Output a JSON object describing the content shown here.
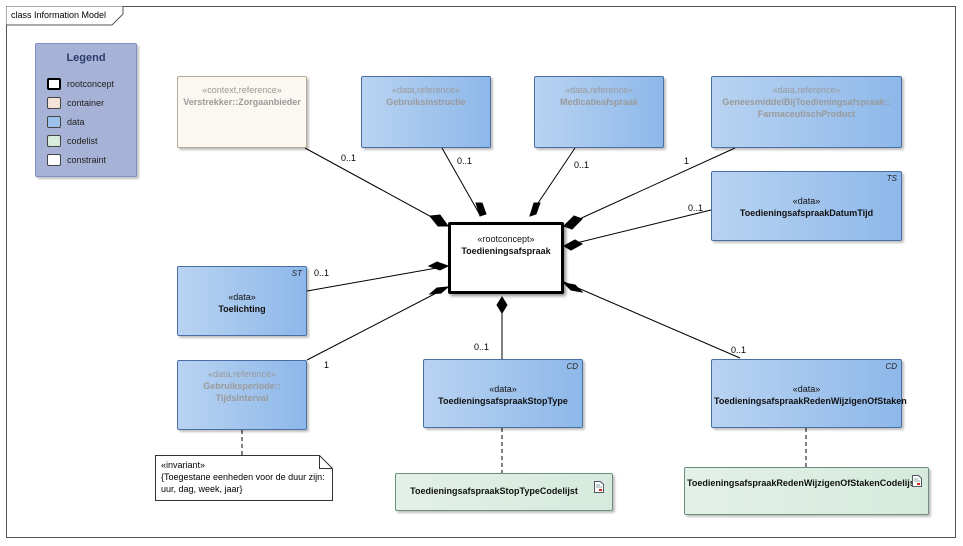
{
  "frame": {
    "title": "class Information Model"
  },
  "legend": {
    "title": "Legend",
    "items": [
      {
        "label": "rootconcept",
        "color": "#ffffff",
        "border": "#000000"
      },
      {
        "label": "container",
        "color": "#f6e3d8",
        "border": "#444444"
      },
      {
        "label": "data",
        "color": "#9cc2ec",
        "border": "#444444"
      },
      {
        "label": "codelist",
        "color": "#d6ecde",
        "border": "#444444"
      },
      {
        "label": "constraint",
        "color": "#ffffff",
        "border": "#444444"
      }
    ]
  },
  "classes": {
    "root": {
      "stereotype": "«rootconcept»",
      "name": "Toedieningsafspraak"
    },
    "verstrekker": {
      "stereotype": "«context,reference»",
      "name": "Verstrekker::Zorgaanbieder"
    },
    "gebruiksinstructie": {
      "stereotype": "«data,reference»",
      "name": "Gebruiksinstructie"
    },
    "medicatieafspraak": {
      "stereotype": "«data,reference»",
      "name": "Medicatieafspraak"
    },
    "geneesmiddel": {
      "stereotype": "«data,reference»",
      "name_line1": "GeneesmiddelBijToedieningsafspraak::",
      "name_line2": "FarmaceutischProduct"
    },
    "datumtijd": {
      "stereotype": "«data»",
      "name": "ToedieningsafspraakDatumTijd",
      "tag": "TS"
    },
    "toelichting": {
      "stereotype": "«data»",
      "name": "Toelichting",
      "tag": "ST"
    },
    "gebruiksperiode": {
      "stereotype": "«data,reference»",
      "name_line1": "Gebruiksperiode::",
      "name_line2": "TijdsInterval"
    },
    "stoptype": {
      "stereotype": "«data»",
      "name": "ToedieningsafspraakStopType",
      "tag": "CD"
    },
    "reden": {
      "stereotype": "«data»",
      "name": "ToedieningsafspraakRedenWijzigenOfStaken",
      "tag": "CD"
    },
    "stoptype_codelist": {
      "name": "ToedieningsafspraakStopTypeCodelijst"
    },
    "reden_codelist": {
      "name": "ToedieningsafspraakRedenWijzigenOfStakenCodelijst"
    }
  },
  "multiplicities": {
    "verstrekker": "0..1",
    "gebruiksinstructie": "0..1",
    "medicatieafspraak": "0..1",
    "geneesmiddel": "1",
    "datumtijd": "0..1",
    "toelichting": "0..1",
    "gebruiksperiode": "1",
    "stoptype": "0..1",
    "reden": "0..1"
  },
  "note": {
    "line1": "«invariant»",
    "line2": "{Toegestane eenheden voor de duur zijn:",
    "line3": "uur, dag, week, jaar}"
  }
}
